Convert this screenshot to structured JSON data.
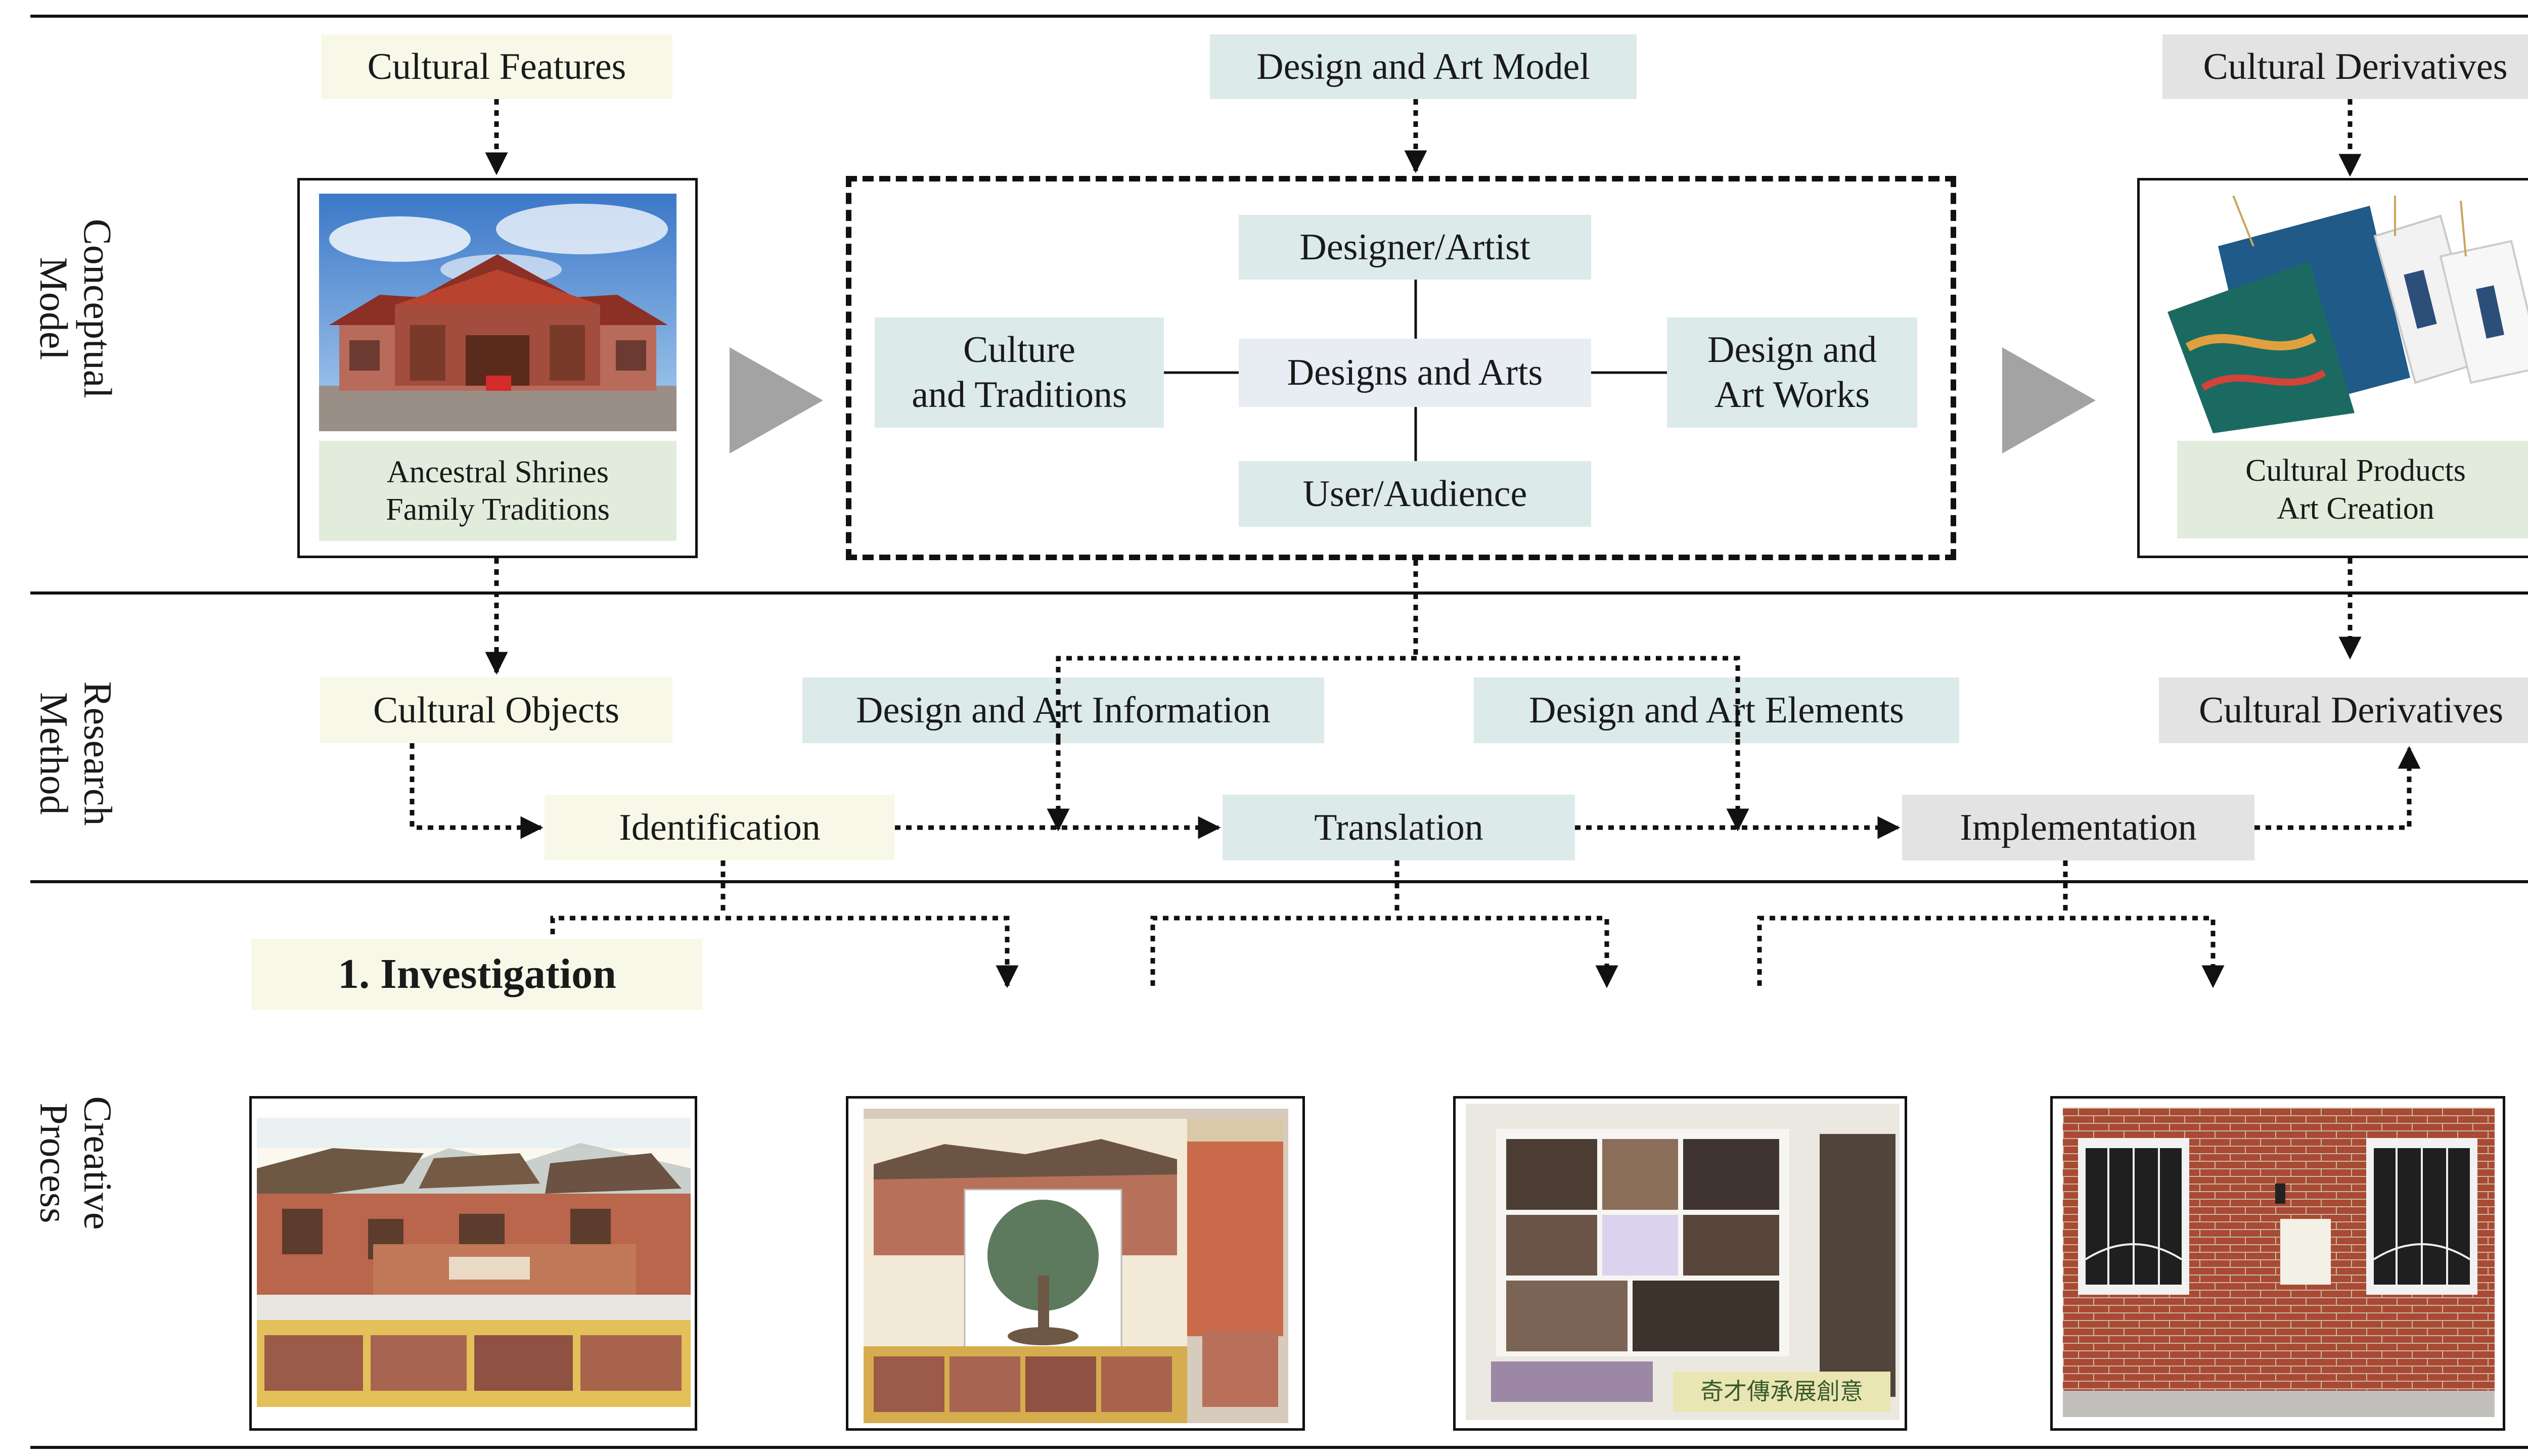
{
  "rows": {
    "conceptual": "Conceptual\nModel",
    "research": "Research\nMethod",
    "creative": "Creative\nProcess"
  },
  "conceptual": {
    "cultural_features": "Cultural Features",
    "design_art_model": "Design and Art Model",
    "cultural_derivatives": "Cultural Derivatives",
    "left_caption": "Ancestral Shrines\nFamily Traditions",
    "right_caption": "Cultural Products\nArt Creation",
    "designer_artist": "Designer/Artist",
    "culture_traditions": "Culture\nand Traditions",
    "designs_and_arts": "Designs and Arts",
    "design_art_works": "Design and\nArt Works",
    "user_audience": "User/Audience"
  },
  "research": {
    "cultural_objects": "Cultural Objects",
    "design_art_information": "Design and Art Information",
    "design_art_elements": "Design and Art Elements",
    "cultural_derivatives": "Cultural Derivatives",
    "identification": "Identification",
    "translation": "Translation",
    "implementation": "Implementation"
  },
  "creative": {
    "investigation": "1. Investigation",
    "sign_text": "奇才傳承展創意"
  },
  "colors": {
    "cream": "#f8f8e9",
    "teal": "#dcebea",
    "lavender": "#e8ecf3",
    "gray": "#e3e3e3",
    "green": "#e2ecdc",
    "arrow_gray": "#a3a3a3"
  }
}
